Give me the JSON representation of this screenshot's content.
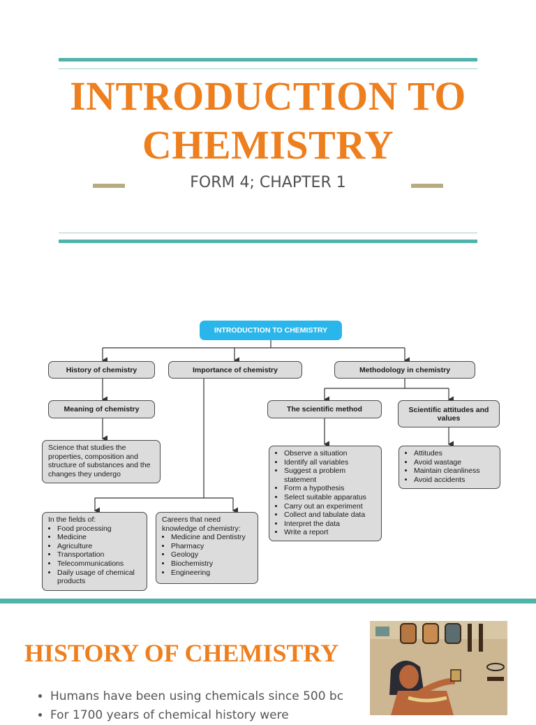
{
  "header": {
    "title_line1": "INTRODUCTION TO",
    "title_line2": "CHEMISTRY",
    "subtitle": "FORM 4; CHAPTER 1"
  },
  "diagram": {
    "root": "INTRODUCTION TO CHEMISTRY",
    "history": "History of chemistry",
    "importance": "Importance of chemistry",
    "methodology": "Methodology in chemistry",
    "meaning": "Meaning of chemistry",
    "definition": "Science that studies the properties, composition and structure of substances and the changes they undergo",
    "scientific_method": "The scientific method",
    "attitudes_title": "Scientific attitudes and values",
    "method_steps": [
      "Observe a situation",
      "Identify all variables",
      "Suggest a problem statement",
      "Form a hypothesis",
      "Select suitable apparatus",
      "Carry out an experiment",
      "Collect and tabulate data",
      "Interpret the data",
      "Write a report"
    ],
    "attitudes": [
      "Attitudes",
      "Avoid wastage",
      "Maintain cleanliness",
      "Avoid accidents"
    ],
    "fields_title": "In the fields of:",
    "fields": [
      "Food processing",
      "Medicine",
      "Agriculture",
      "Transportation",
      "Telecommunications",
      "Daily usage of chemical products"
    ],
    "careers_title": "Careers that need knowledge of chemistry:",
    "careers": [
      "Medicine and Dentistry",
      "Pharmacy",
      "Geology",
      "Biochemistry",
      "Engineering"
    ]
  },
  "history_section": {
    "title": "HISTORY OF CHEMISTRY",
    "bullets": [
      "Humans have been using chemicals since 500 bc",
      "For 1700 years of chemical history were"
    ]
  },
  "colors": {
    "accent_orange": "#ee7f1e",
    "teal": "#4fb3a9",
    "root_blue": "#2ab6ea"
  }
}
